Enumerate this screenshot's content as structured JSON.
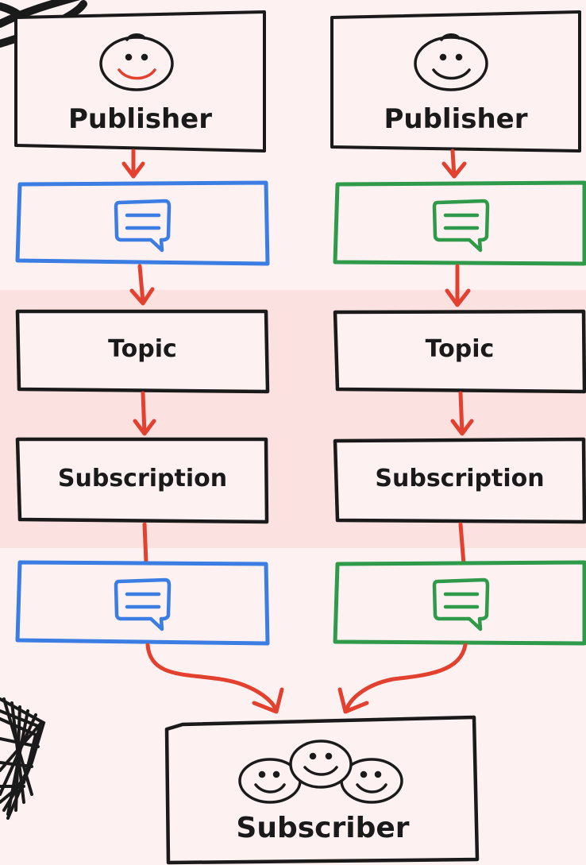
{
  "left_column": {
    "publisher_label": "Publisher",
    "message_color": "#3b7de3",
    "topic_label": "Topic",
    "subscription_label": "Subscription"
  },
  "right_column": {
    "publisher_label": "Publisher",
    "message_color": "#2f9a4a",
    "topic_label": "Topic",
    "subscription_label": "Subscription"
  },
  "subscriber_label": "Subscriber",
  "colors": {
    "background": "#fdf2f1",
    "band": "#fce1e1",
    "arrow": "#e3412f",
    "stroke": "#1a1a1a",
    "face_smile_accent": "#e3412f"
  },
  "icons": {
    "publisher_face": "face-icon",
    "message": "message-bubble-icon",
    "subscriber_faces": "group-faces-icon"
  }
}
